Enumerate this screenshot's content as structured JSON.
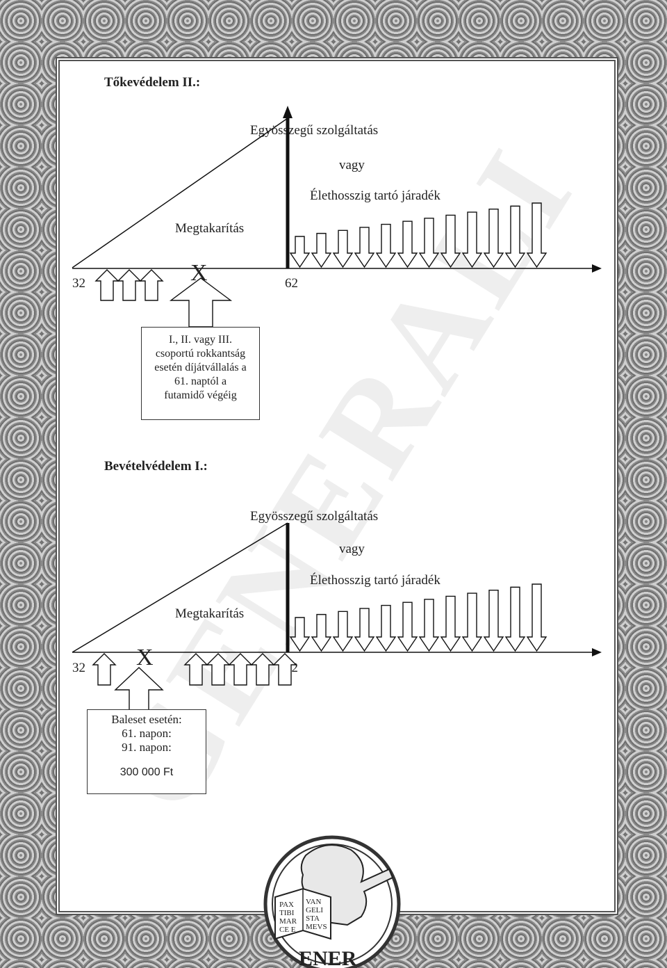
{
  "watermark": "GENERALI",
  "section1": {
    "title": "Tőkevédelem II.:",
    "lump_sum": "Egyösszegű szolgáltatás",
    "or": "vagy",
    "annuity": "Élethosszig tartó járadék",
    "savings": "Megtakarítás",
    "marker": "X",
    "age_start": "32",
    "age_end": "62",
    "note_lines": [
      "I., II. vagy III.",
      "csoportú rokkantság",
      "esetén díjátvállalás a",
      "61. naptól a",
      "futamidő végéig"
    ]
  },
  "section2": {
    "title": "Bevételvédelem I.:",
    "lump_sum": "Egyösszegű szolgáltatás",
    "or": "vagy",
    "annuity": "Élethosszig tartó járadék",
    "savings": "Megtakarítás",
    "marker": "X",
    "age_start": "32",
    "age_end": "62",
    "note_lines": [
      "Baleset esetén:",
      "61. napon:",
      "91. napon:"
    ],
    "note_amount": "300 000 Ft"
  },
  "seal": {
    "book_left": [
      "PAX",
      "TIBI",
      "MAR",
      "CE E"
    ],
    "book_right": [
      "VAN",
      "GELI",
      "STA",
      "MEVS"
    ],
    "bottom_text": "ENER"
  }
}
